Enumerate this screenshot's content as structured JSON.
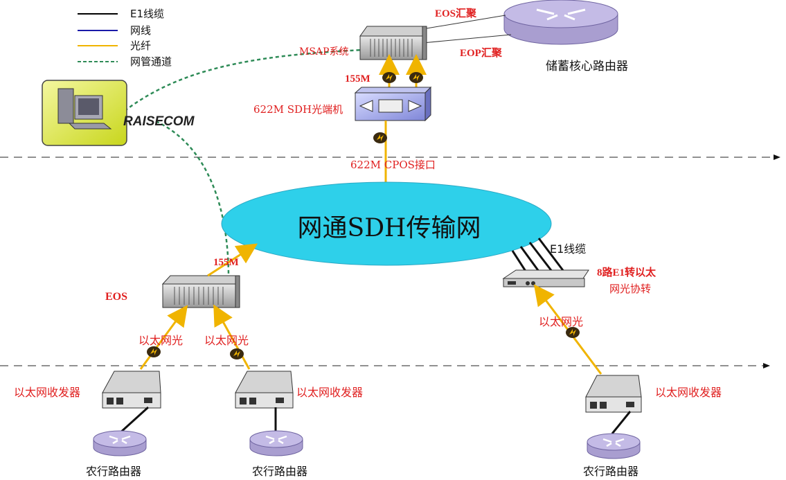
{
  "legend": [
    {
      "label": "E1线缆",
      "color": "#000000",
      "style": "solid"
    },
    {
      "label": "网线",
      "color": "#1a1aa8",
      "style": "solid"
    },
    {
      "label": "光纤",
      "color": "#f0b400",
      "style": "solid"
    },
    {
      "label": "网管通道",
      "color": "#2e8b57",
      "style": "dashed"
    }
  ],
  "brand": "RAISECOM",
  "nodes": {
    "msap": "MSAP系统",
    "eos_aggregation": "EOS汇聚",
    "eop_aggregation": "EOP汇聚",
    "core_router": "储蓄核心路由器",
    "rate_155m_top": "155M",
    "sdh_terminal": "622M SDH光端机",
    "cpos": "622M CPOS接口",
    "sdh_network": "网通SDH传输网",
    "rate_155m_left": "155M",
    "eos": "EOS",
    "e1_cable": "E1线缆",
    "converter_line1": "8路E1转以太",
    "converter_line2": "网光协转",
    "eth_fiber_1": "以太网光",
    "eth_fiber_2": "以太网光",
    "eth_fiber_3": "以太网光",
    "transceiver_1": "以太网收发器",
    "transceiver_2": "以太网收发器",
    "transceiver_3": "以太网收发器",
    "router_1": "农行路由器",
    "router_2": "农行路由器",
    "router_3": "农行路由器"
  },
  "colors": {
    "label_red": "#e02020",
    "fiber": "#f0b400",
    "mgmt": "#2e8b57",
    "cloud": "#2ed0ea",
    "router": "#b9b0d8"
  }
}
